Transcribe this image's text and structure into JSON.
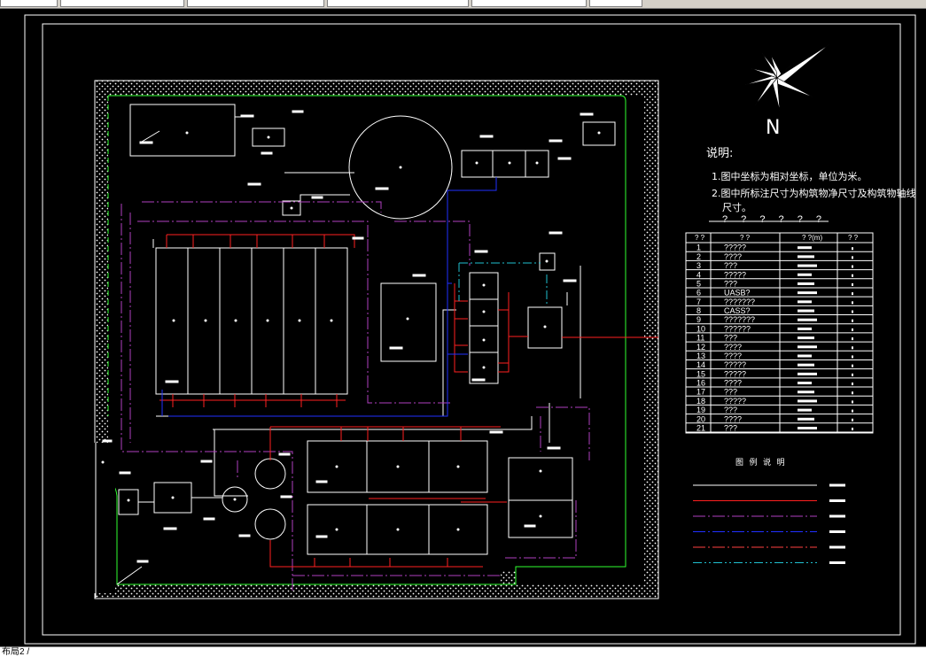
{
  "status_bar": {
    "text": "布局2 /"
  },
  "notes": {
    "title": "说明:",
    "line1": "1.图中坐标为相对坐标，单位为米。",
    "line2": "2.图中所标注尺寸为构筑物净尺寸及构筑物轴线",
    "line3": "尺寸。",
    "table_caption": "? ? ? ? ? ?"
  },
  "north": {
    "label": "N"
  },
  "table": {
    "headers": [
      "? ?",
      "?  ?",
      "?  ?(m)",
      "? ?"
    ],
    "rows": [
      {
        "no": "1",
        "name": "?????"
      },
      {
        "no": "2",
        "name": "????"
      },
      {
        "no": "3",
        "name": "???"
      },
      {
        "no": "4",
        "name": "?????"
      },
      {
        "no": "5",
        "name": "???"
      },
      {
        "no": "6",
        "name": "UASB?"
      },
      {
        "no": "7",
        "name": "???????"
      },
      {
        "no": "8",
        "name": "CASS?"
      },
      {
        "no": "9",
        "name": "???????"
      },
      {
        "no": "10",
        "name": "??????"
      },
      {
        "no": "11",
        "name": "???"
      },
      {
        "no": "12",
        "name": "????"
      },
      {
        "no": "13",
        "name": "????"
      },
      {
        "no": "14",
        "name": "?????"
      },
      {
        "no": "15",
        "name": "?????"
      },
      {
        "no": "16",
        "name": "????"
      },
      {
        "no": "17",
        "name": "???"
      },
      {
        "no": "18",
        "name": "?????"
      },
      {
        "no": "19",
        "name": "???"
      },
      {
        "no": "20",
        "name": "????"
      },
      {
        "no": "21",
        "name": "???"
      }
    ]
  },
  "legend": {
    "title": "图 例 说 明",
    "items": [
      {
        "color": "#ffffff"
      },
      {
        "color": "#ff2020"
      },
      {
        "color": "#b040c0"
      },
      {
        "color": "#2030ff"
      },
      {
        "color": "#ff4040"
      },
      {
        "color": "#20c0d0"
      }
    ]
  },
  "colors": {
    "canvas": "#000000",
    "site_boundary": "#ffffff",
    "green_belt": "#30ff30",
    "sewage_pipe": "#ff2020",
    "sludge_pipe": "#b040c0",
    "air_pipe": "#2030ff",
    "reuse_pipe": "#20c0d0"
  }
}
